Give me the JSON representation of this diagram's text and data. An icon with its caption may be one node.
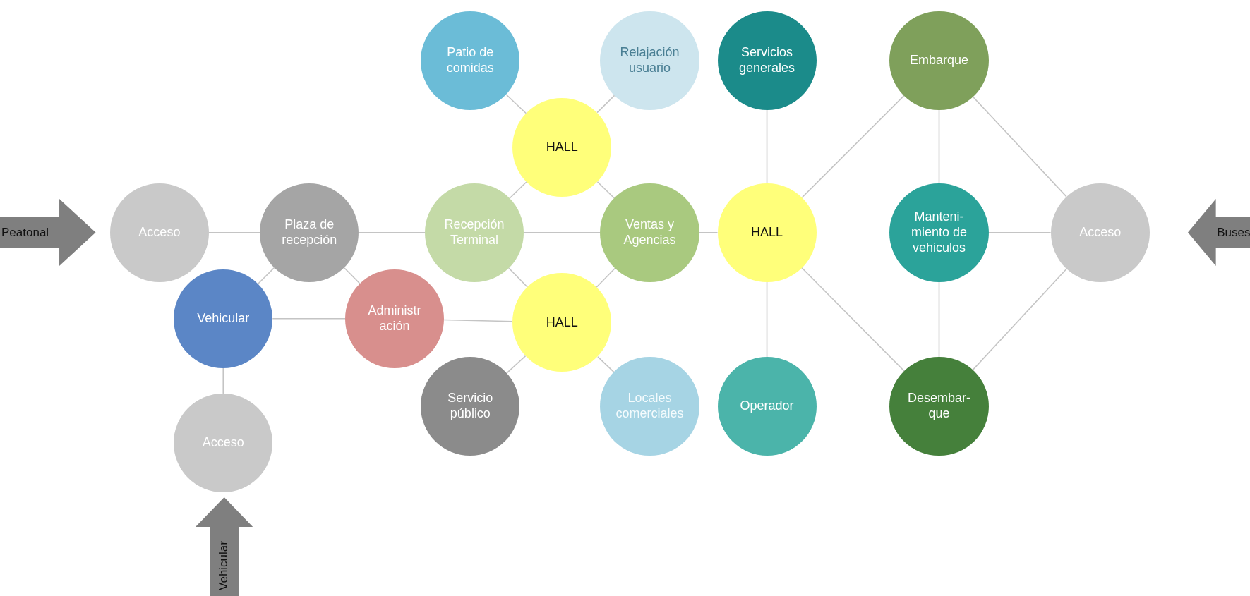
{
  "diagram": {
    "nodes": [
      {
        "text": [
          "Peatonal"
        ]
      },
      {
        "text": [
          "Acceso"
        ]
      },
      {
        "text": [
          "Plaza de recepción"
        ]
      },
      {
        "text": [
          "Vehicular"
        ]
      },
      {
        "text": [
          "Administr ación"
        ]
      },
      {
        "text": [
          "Acceso"
        ]
      },
      {
        "text": [
          "Vehicular"
        ]
      },
      {
        "text": [
          "Patio de comidas"
        ]
      },
      {
        "text": [
          "Relajación usuario"
        ]
      },
      {
        "text": [
          "HALL"
        ]
      },
      {
        "text": [
          "Recepción Terminal"
        ]
      },
      {
        "text": [
          "Ventas y Agencias"
        ]
      },
      {
        "text": [
          "HALL"
        ]
      },
      {
        "text": [
          "Servicio público"
        ]
      },
      {
        "text": [
          "Locales comerciales"
        ]
      },
      {
        "text": [
          "Servicios generales"
        ]
      },
      {
        "text": [
          "HALL"
        ]
      },
      {
        "text": [
          "Operador"
        ]
      },
      {
        "text": [
          "Embarque"
        ]
      },
      {
        "text": [
          "Manteni- miento de vehiculos"
        ]
      },
      {
        "text": [
          "Desembar- que"
        ]
      },
      {
        "text": [
          "Acceso"
        ]
      },
      {
        "text": [
          "Buses"
        ]
      }
    ],
    "edges": [
      {
        "from": 1,
        "to": 2,
        "arrow": "none"
      },
      {
        "from": 2,
        "to": 10,
        "arrow": "none"
      },
      {
        "from": 2,
        "to": 3,
        "arrow": "none"
      },
      {
        "from": 2,
        "to": 4,
        "arrow": "none"
      },
      {
        "from": 3,
        "to": 4,
        "arrow": "none"
      },
      {
        "from": 4,
        "to": 12,
        "arrow": "none"
      },
      {
        "from": 3,
        "to": 5,
        "arrow": "none"
      },
      {
        "from": 9,
        "to": 7,
        "arrow": "none"
      },
      {
        "from": 9,
        "to": 8,
        "arrow": "none"
      },
      {
        "from": 9,
        "to": 10,
        "arrow": "none"
      },
      {
        "from": 9,
        "to": 11,
        "arrow": "none"
      },
      {
        "from": 10,
        "to": 11,
        "arrow": "none"
      },
      {
        "from": 12,
        "to": 10,
        "arrow": "none"
      },
      {
        "from": 12,
        "to": 11,
        "arrow": "none"
      },
      {
        "from": 12,
        "to": 13,
        "arrow": "none"
      },
      {
        "from": 12,
        "to": 14,
        "arrow": "none"
      },
      {
        "from": 11,
        "to": 16,
        "arrow": "none"
      },
      {
        "from": 16,
        "to": 15,
        "arrow": "none"
      },
      {
        "from": 16,
        "to": 17,
        "arrow": "none"
      },
      {
        "from": 16,
        "to": 18,
        "arrow": "none"
      },
      {
        "from": 16,
        "to": 20,
        "arrow": "none"
      },
      {
        "from": 18,
        "to": 19,
        "arrow": "none"
      },
      {
        "from": 19,
        "to": 20,
        "arrow": "none"
      },
      {
        "from": 18,
        "to": 21,
        "arrow": "none"
      },
      {
        "from": 19,
        "to": 21,
        "arrow": "none"
      },
      {
        "from": 20,
        "to": 21,
        "arrow": "none"
      }
    ]
  }
}
